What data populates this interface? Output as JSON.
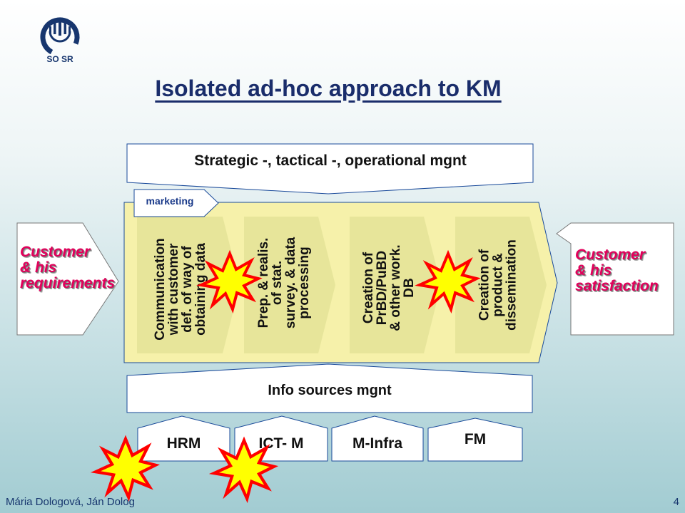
{
  "logo": {
    "text": "SO SR"
  },
  "title": "Isolated ad-hoc approach to KM",
  "management": {
    "strategic": "Strategic -, tactical -, operational mgnt",
    "marketing": "marketing",
    "info_sources": "Info sources mgnt"
  },
  "customer_left": {
    "line1": "Customer",
    "line2": "& his",
    "line3": "requirements"
  },
  "customer_right": {
    "line1": "Customer",
    "line2": "& his",
    "line3": "satisfaction"
  },
  "process_steps": [
    {
      "line1": "Communication",
      "line2": "with customer",
      "line3": "def. of way of",
      "line4": "obtaining data"
    },
    {
      "line1": "Prep. & realis.",
      "line2": "of stat.",
      "line3": "survey. & data",
      "line4": "processing"
    },
    {
      "line1": "Creation of",
      "line2": "PrBD/PuBD",
      "line3": "& other work.",
      "line4": "DB"
    },
    {
      "line1": "Creation of",
      "line2": "product &",
      "line3": "dissemination"
    }
  ],
  "resources": [
    {
      "label": "HRM"
    },
    {
      "label": "ICT- M"
    },
    {
      "label": "M-Infra"
    },
    {
      "label": "FM"
    }
  ],
  "footer": {
    "authors": "Mária Dologová, Ján Dolog",
    "page": "4"
  },
  "colors": {
    "accent_title": "#1a2d6b",
    "customer_text": "#e2005b",
    "process_fill": "#f6f1aa",
    "step_fill": "#e7e59a",
    "burst_fill": "#ffff00",
    "burst_stroke": "#ff0000"
  }
}
